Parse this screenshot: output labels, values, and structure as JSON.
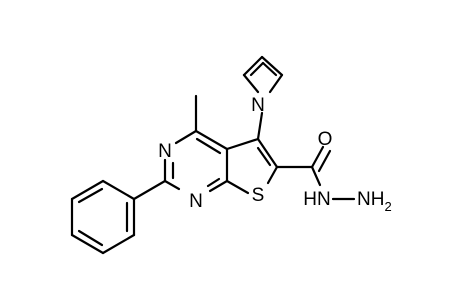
{
  "molecule": {
    "atoms": {
      "n_pyrrole": "N",
      "n_pyrimidine_top": "N",
      "n_pyrimidine_bottom": "N",
      "s_thiophene": "S",
      "o_carbonyl": "O",
      "hn_hydrazide": "HN",
      "nh2_hydrazide": "NH",
      "nh2_subscript": "2"
    }
  }
}
